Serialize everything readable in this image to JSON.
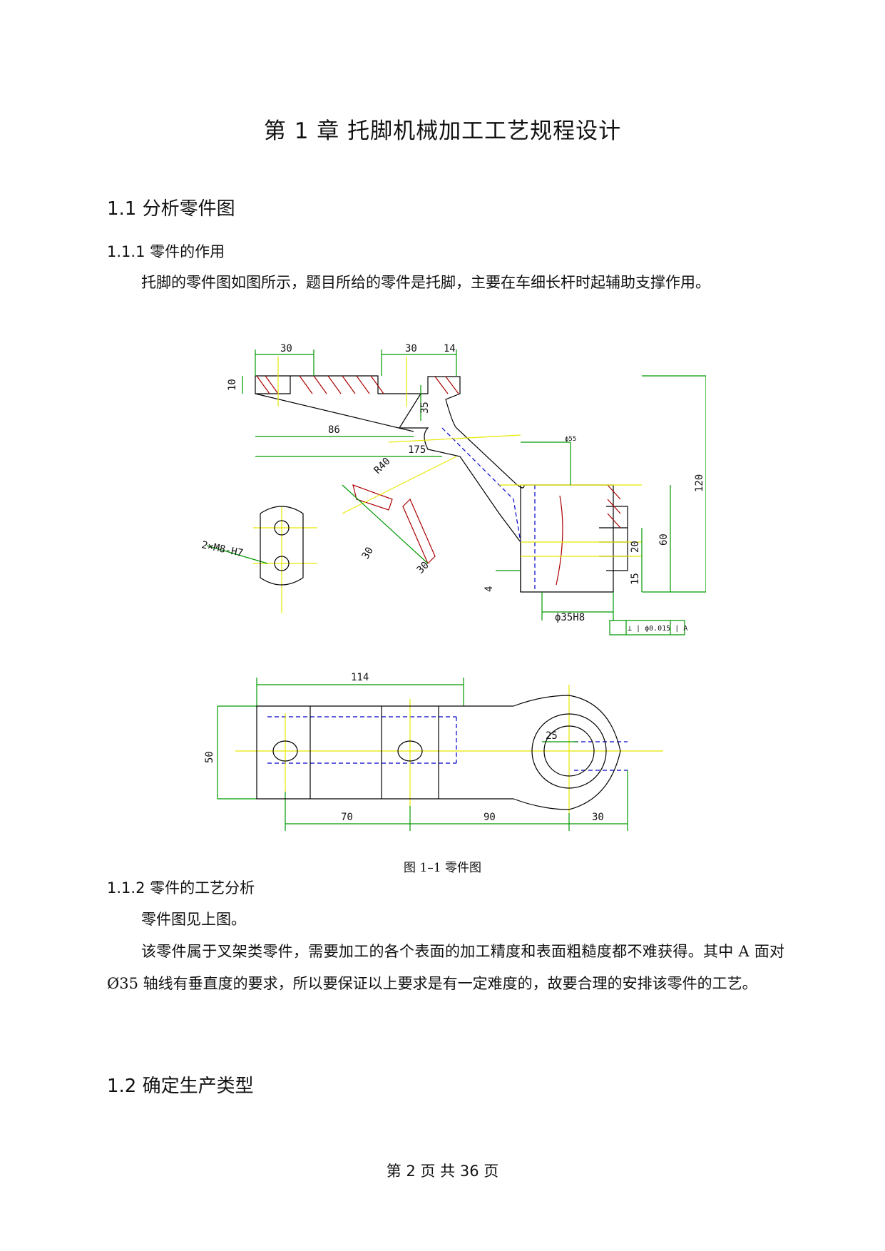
{
  "chapter_title": "第 1 章  托脚机械加工工艺规程设计",
  "section_1_1": "1.1  分析零件图",
  "section_1_1_1": "1.1.1 零件的作用",
  "para_function": "托脚的零件图如图所示，题目所给的零件是托脚，主要在车细长杆时起辅助支撑作用。",
  "figure": {
    "caption": "图 1–1 零件图",
    "dims": {
      "d30a": "30",
      "d30b": "30",
      "d14": "14",
      "d10": "10",
      "d35": "35",
      "d86": "86",
      "d175": "175",
      "dR40": "R40",
      "d120": "120",
      "d60": "60",
      "d20": "20",
      "d15": "15",
      "d4": "4",
      "d30c": "30",
      "d30d": "30",
      "phi35h8": "ϕ35H8",
      "hole_note": "2×M8-H7",
      "d114": "114",
      "d50": "50",
      "d25": "25",
      "d70": "70",
      "d90": "90",
      "d30e": "30",
      "d55": "ϕ55",
      "tol": "⊥ | ϕ0.015 | A"
    }
  },
  "section_1_1_2": "1.1.2 零件的工艺分析",
  "para_see": "零件图见上图。",
  "para_analysis": "该零件属于叉架类零件，需要加工的各个表面的加工精度和表面粗糙度都不难获得。其中 A 面对 Ø35 轴线有垂直度的要求，所以要保证以上要求是有一定难度的，故要合理的安排该零件的工艺。",
  "section_1_2": "1.2 确定生产类型",
  "footer": "第  2  页  共  36  页",
  "colors": {
    "outline": "#000000",
    "dimension": "#009900",
    "center": "#e8e800",
    "hatch": "#aa0000",
    "hidden": "#0000cc"
  }
}
